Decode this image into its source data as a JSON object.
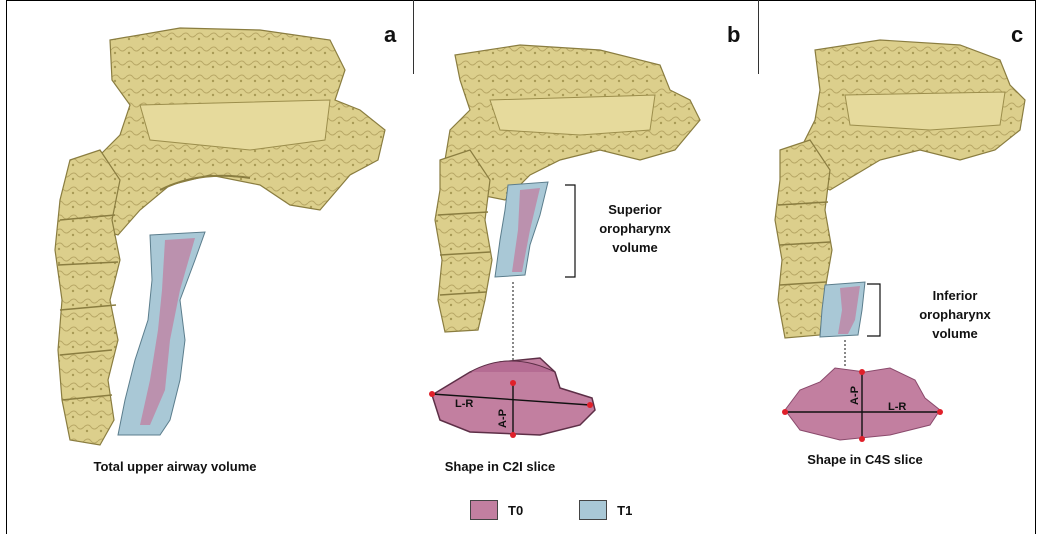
{
  "panels": [
    {
      "letter": "a",
      "caption": "Total upper airway volume"
    },
    {
      "letter": "b",
      "caption": "Shape in C2I slice",
      "volume_label": [
        "Superior",
        "oropharynx",
        "volume"
      ]
    },
    {
      "letter": "c",
      "caption": "Shape in C4S slice",
      "volume_label": [
        "Inferior",
        "oropharynx",
        "volume"
      ]
    }
  ],
  "dimension_labels": {
    "lr": "L-R",
    "ap": "A-P"
  },
  "legend": [
    {
      "label": "T0",
      "color": "#c27fa0"
    },
    {
      "label": "T1",
      "color": "#a9c8d6"
    }
  ],
  "colors": {
    "bone": "#dccf8c",
    "bone_dark": "#a89a55",
    "t0": "#c27fa0",
    "t1": "#a9c8d6",
    "marker": "#e0202a"
  }
}
